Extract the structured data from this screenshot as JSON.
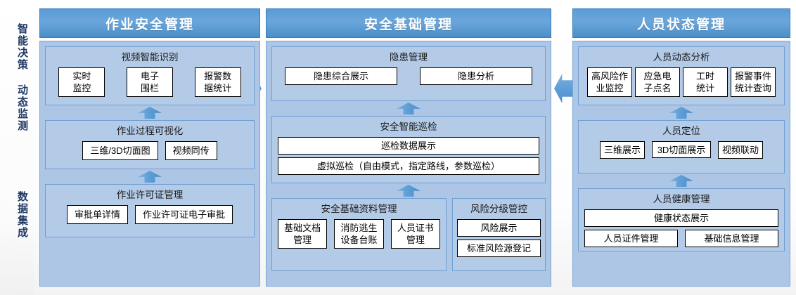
{
  "rail": {
    "label_top": "智能决策 动态监测",
    "label_bottom": "数据集成"
  },
  "columns": [
    {
      "id": "operation-safety",
      "title": "作业安全管理",
      "groups": [
        {
          "id": "video-ai-recognition",
          "title": "视频智能识别",
          "items": [
            "实时\n监控",
            "电子\n围栏",
            "报警数\n据统计"
          ]
        },
        {
          "id": "operation-process-visualization",
          "title": "作业过程可视化",
          "items": [
            "三维/3D切面图",
            "视频同传"
          ]
        },
        {
          "id": "work-permit-management",
          "title": "作业许可证管理",
          "items": [
            "审批单详情",
            "作业许可证电子审批"
          ]
        }
      ]
    },
    {
      "id": "safety-basic-management",
      "title": "安全基础管理",
      "groups": [
        {
          "id": "hazard-management",
          "title": "隐患管理",
          "items": [
            "隐患综合展示",
            "隐患分析"
          ]
        },
        {
          "id": "safety-smart-inspection",
          "title": "安全智能巡检",
          "items": [
            "巡检数据展示",
            "虚拟巡检（自由模式，指定路线，参数巡检）"
          ]
        },
        {
          "id": "safety-basic-data-management",
          "title": "安全基础资料管理",
          "items": [
            "基础文档\n管理",
            "消防逃生\n设备台账",
            "人员证书\n管理"
          ]
        },
        {
          "id": "risk-grading-control",
          "title": "风险分级管控",
          "items": [
            "风险展示",
            "标准风险源登记"
          ]
        }
      ]
    },
    {
      "id": "personnel-status-management",
      "title": "人员状态管理",
      "groups": [
        {
          "id": "personnel-dynamic-analysis",
          "title": "人员动态分析",
          "items": [
            "高风险作\n业监控",
            "应急电\n子点名",
            "工时\n统计",
            "报警事件\n统计查询"
          ]
        },
        {
          "id": "personnel-positioning",
          "title": "人员定位",
          "items": [
            "三维展示",
            "3D切面展示",
            "视频联动"
          ]
        },
        {
          "id": "personnel-health-management",
          "title": "人员健康管理",
          "items": [
            "健康状态展示",
            "人员证件管理",
            "基础信息管理"
          ]
        }
      ]
    }
  ],
  "arrows": {
    "col1_to_col2": "arrow-right-icon",
    "col3_to_col2": "arrow-left-icon",
    "vertical": "arrow-up-icon"
  },
  "colors": {
    "header_blue": "#5b9bd5",
    "panel_blue": "#adc6e5",
    "group_blue": "#b4cbe8",
    "rail_text": "#1f3864"
  }
}
